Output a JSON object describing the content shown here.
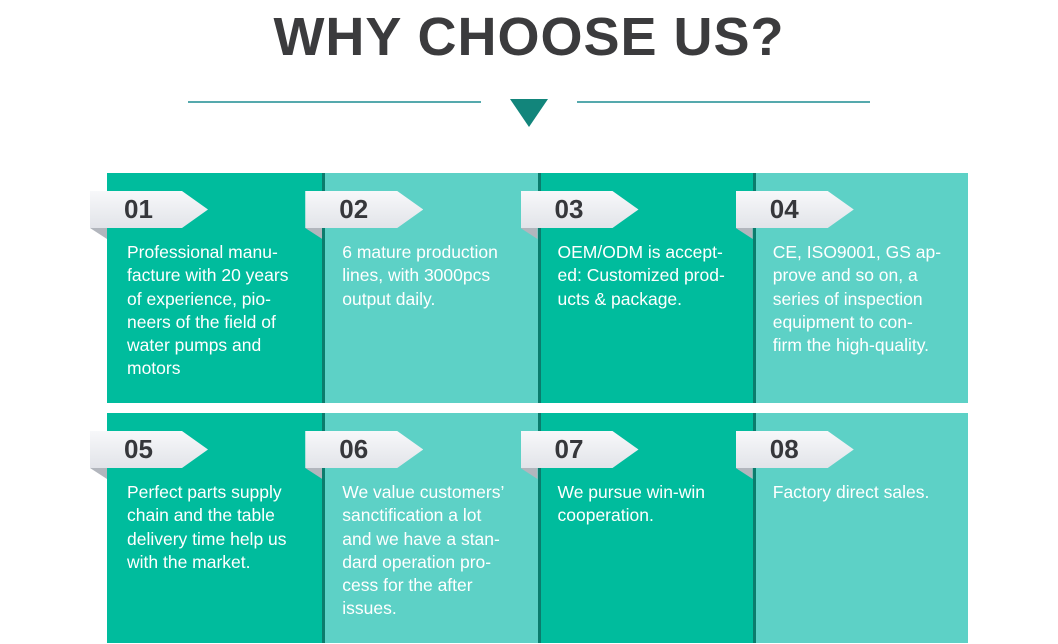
{
  "header": {
    "title": "WHY CHOOSE US?",
    "divider_icon": "down-triangle"
  },
  "colors": {
    "card_dark": "#00bc9d",
    "card_light": "#5dd1c6",
    "spine": "#0b7c6d",
    "badge_fold": "#b2b6bd",
    "badge_text": "#36373b",
    "divider_line": "#55a9ad",
    "divider_triangle": "#12857b",
    "title_text": "#3b3b3d",
    "card_text": "#ffffff"
  },
  "cards": [
    {
      "number": "01",
      "text": "Professional manu-\nfacture with 20 years\nof experience, pio-\nneers of the field of\nwater pumps and\nmotors"
    },
    {
      "number": "02",
      "text": "6 mature production\nlines, with 3000pcs\noutput daily."
    },
    {
      "number": "03",
      "text": "OEM/ODM is accept-\ned: Customized prod-\nucts & package."
    },
    {
      "number": "04",
      "text": "CE, ISO9001, GS ap-\nprove and so on, a\nseries of inspection\nequipment to con-\nfirm the high-quality."
    },
    {
      "number": "05",
      "text": "Perfect parts supply\nchain and the table\ndelivery time help us\nwith the market."
    },
    {
      "number": "06",
      "text": "We value customers’\nsanctification a lot\nand we have a stan-\ndard operation pro-\ncess for the after\nissues."
    },
    {
      "number": "07",
      "text": "We pursue win-win\ncooperation."
    },
    {
      "number": "08",
      "text": "Factory direct sales."
    }
  ]
}
